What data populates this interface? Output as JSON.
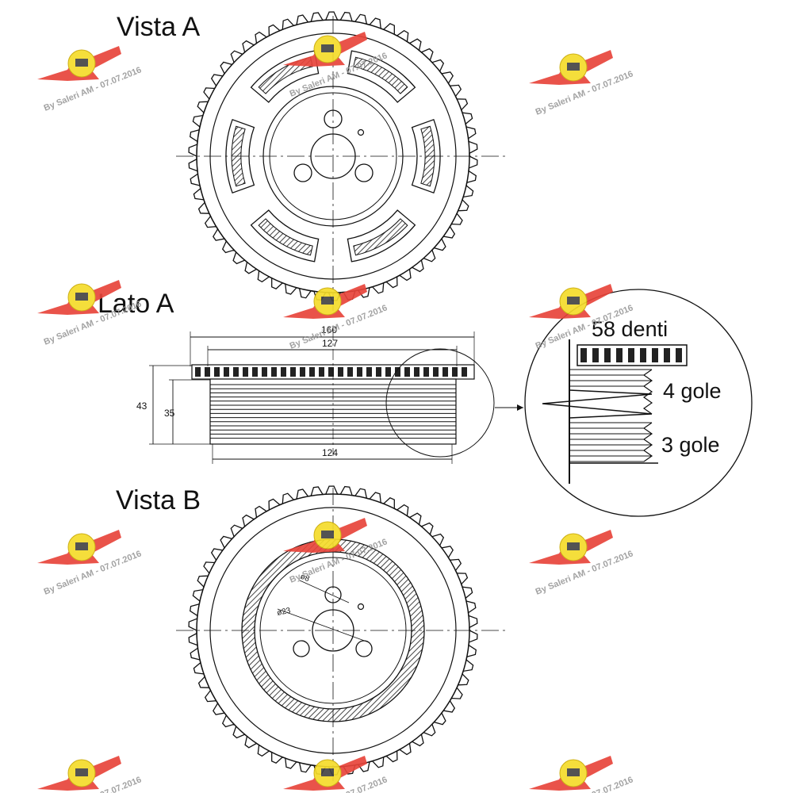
{
  "views": {
    "vista_a": "Vista A",
    "lato_a": "Lato A",
    "vista_b": "Vista B"
  },
  "dimensions": {
    "outer_diameter": "160",
    "inner_diameter": "127",
    "total_height": "43",
    "pulley_height": "35",
    "pulley_diameter": "124",
    "small_hole": "ø8",
    "center_hole": "ø23"
  },
  "detail": {
    "teeth": "58 denti",
    "grooves_top": "4 gole",
    "grooves_bottom": "3 gole"
  },
  "watermark": {
    "text": "By Saleri AM - 07.07.2016",
    "logo_color": "#e8443a",
    "badge_color": "#f5dc2a"
  },
  "colors": {
    "line": "#111111",
    "hatch": "#555555",
    "accent": "#e8443a"
  }
}
